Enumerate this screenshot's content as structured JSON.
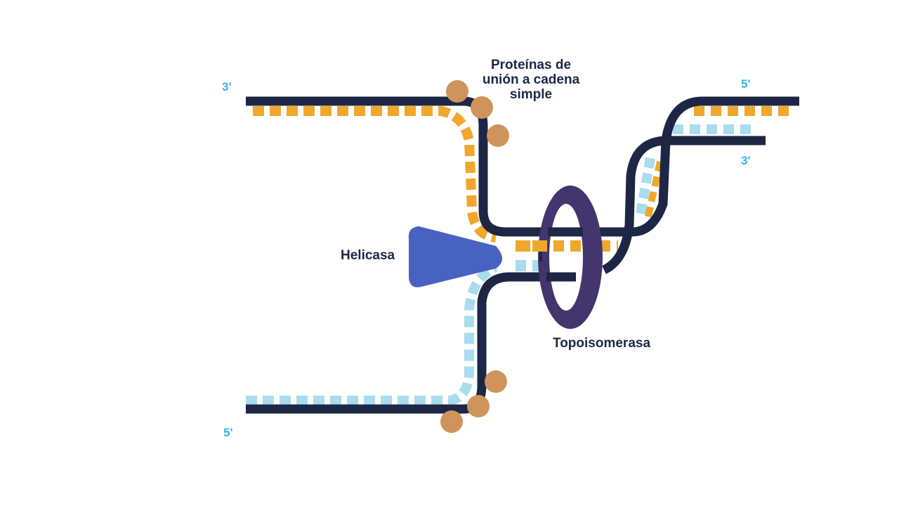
{
  "labels": {
    "ssb_line1": "Proteínas de",
    "ssb_line2": "unión a cadena",
    "ssb_line3": "simple",
    "helicase": "Helicasa",
    "topoisomerase": "Topoisomerasa"
  },
  "ends": {
    "top_left": "3'",
    "bottom_left": "5'",
    "right_upper": "5'",
    "right_lower": "3'"
  },
  "colors": {
    "backbone": "#1d2645",
    "base_orange": "#f0a72c",
    "base_blue": "#a8dcef",
    "ssb_protein": "#cf945b",
    "helicase": "#4762c0",
    "topoisomerase": "#43356d",
    "end_label": "#2fb6e0",
    "text": "#1d2645"
  }
}
